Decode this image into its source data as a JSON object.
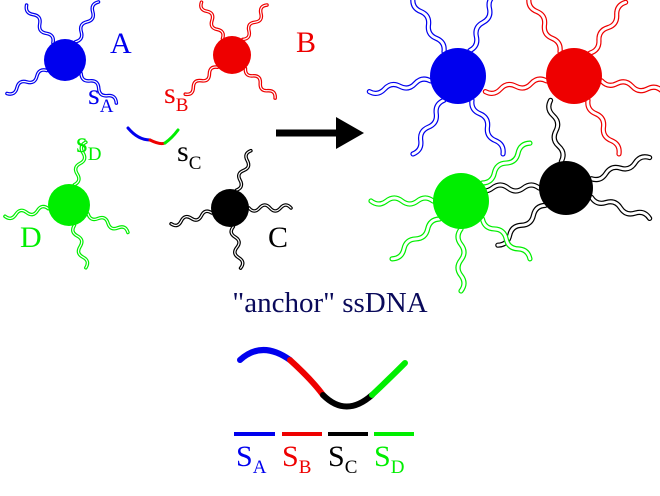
{
  "colors": {
    "A": "#0000ee",
    "B": "#ee0000",
    "C": "#000000",
    "D": "#00ee00",
    "title": "#0a0a5a",
    "arrow": "#000000"
  },
  "particles": {
    "A": {
      "label": "A",
      "strand_main": "s",
      "strand_sub": "A"
    },
    "B": {
      "label": "B",
      "strand_main": "s",
      "strand_sub": "B"
    },
    "C": {
      "label": "C",
      "strand_main": "s",
      "strand_sub": "C"
    },
    "D": {
      "label": "D",
      "strand_main": "s",
      "strand_sub": "D"
    }
  },
  "anchor": {
    "title": "\"anchor\" ssDNA",
    "segments": [
      {
        "main": "S",
        "sub": "A"
      },
      {
        "main": "S",
        "sub": "B"
      },
      {
        "main": "S",
        "sub": "C"
      },
      {
        "main": "S",
        "sub": "D"
      }
    ]
  }
}
